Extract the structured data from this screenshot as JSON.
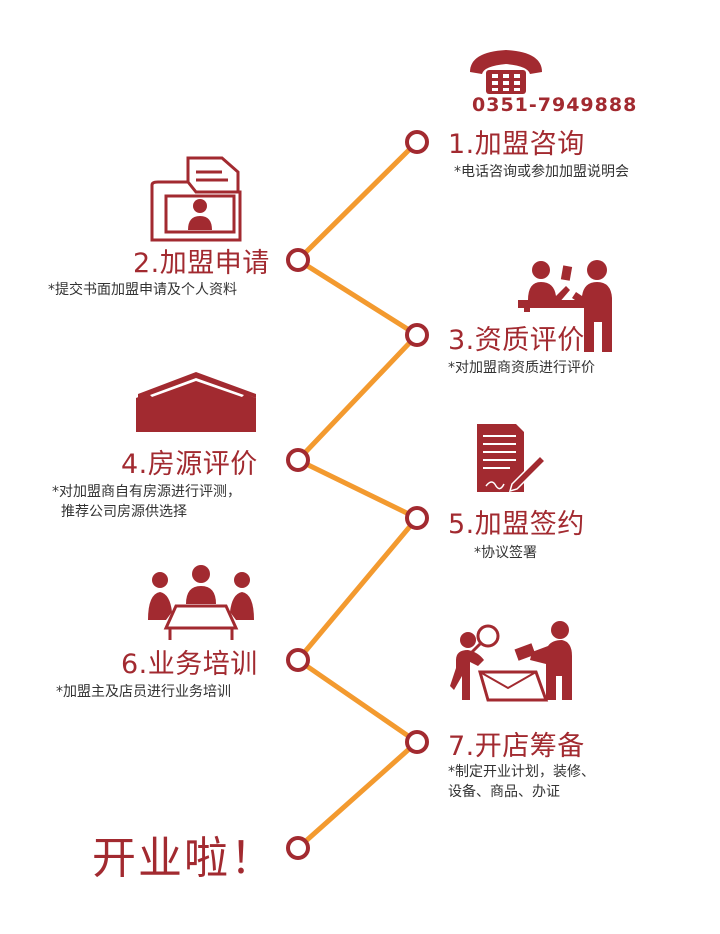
{
  "colors": {
    "accent": "#A22A30",
    "line": "#F39A2F",
    "node_ring": "#A22A30",
    "text": "#333333"
  },
  "phone": "0351-7949888",
  "steps": [
    {
      "title": "1.加盟咨询",
      "desc": [
        "*电话咨询或参加加盟说明会"
      ],
      "icon": "telephone-icon"
    },
    {
      "title": "2.加盟申请",
      "desc": [
        "*提交书面加盟申请及个人资料"
      ],
      "icon": "application-folder-icon"
    },
    {
      "title": "3.资质评价",
      "desc": [
        "*对加盟商资质进行评价"
      ],
      "icon": "interview-desk-icon"
    },
    {
      "title": "4.房源评价",
      "desc": [
        "*对加盟商自有房源进行评测，",
        "推荐公司房源供选择"
      ],
      "icon": "house-icon"
    },
    {
      "title": "5.加盟签约",
      "desc": [
        "*协议签署"
      ],
      "icon": "contract-signing-icon"
    },
    {
      "title": "6.业务培训",
      "desc": [
        "*加盟主及店员进行业务培训"
      ],
      "icon": "meeting-table-icon"
    },
    {
      "title": "7.开店筹备",
      "desc": [
        "*制定开业计划，装修、",
        "设备、商品、办证"
      ],
      "icon": "inspection-icon"
    }
  ],
  "final": "开业啦！"
}
